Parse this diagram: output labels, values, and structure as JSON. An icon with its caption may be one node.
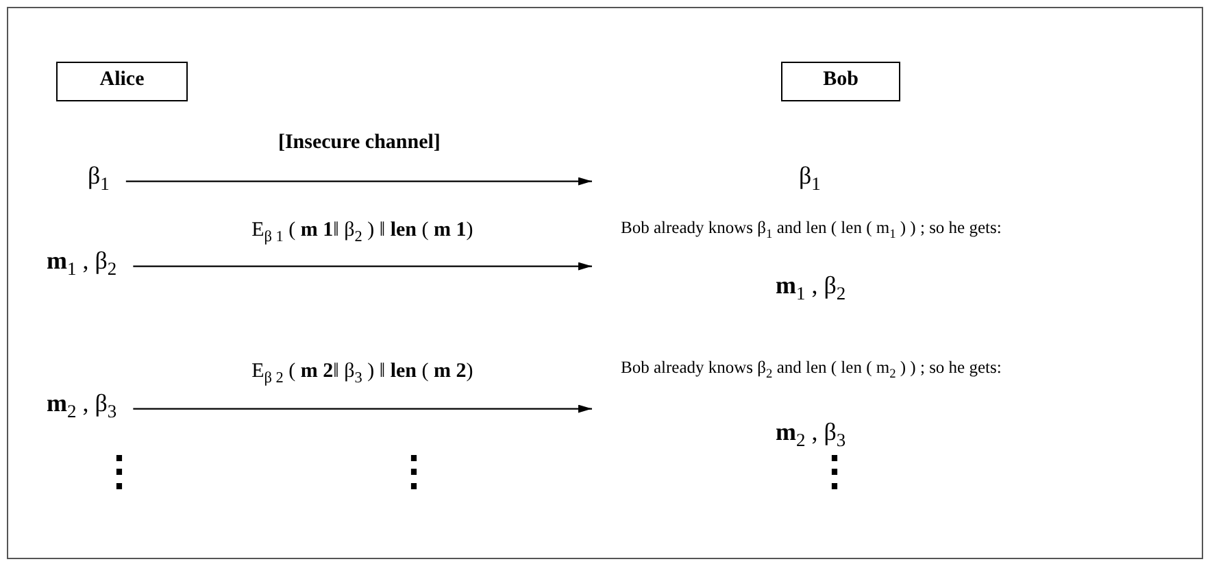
{
  "diagram": {
    "nodes": [
      {
        "text": [
          "Alice"
        ]
      },
      {
        "text": [
          "Bob"
        ]
      },
      {
        "text": [
          "β$_{1}$"
        ]
      },
      {
        "text": [
          "**m**$_{1}$ ,  β$_{2}$"
        ]
      },
      {
        "text": [
          "**m**$_{2}$ ,  β$_{3}$"
        ]
      }
    ],
    "edges": [
      {
        "from": 2,
        "to": null,
        "arrow": "to",
        "label": "[Insecure channel]"
      },
      {
        "from": 3,
        "to": null,
        "arrow": "to",
        "label": "E$_{β 1}$ ( **m 1**‖ β$_{2}$ ) ‖ **len** ( **m 1**)"
      },
      {
        "from": 4,
        "to": null,
        "arrow": "to",
        "label": "E$_{β 2}$ ( **m 2**‖ β$_{3}$ ) ‖ **len** ( **m 2**)"
      }
    ],
    "labels": [
      "β$_{1}$",
      "Bob already knows  β$_{1}$ and len ( len ( m$_{1}$ ) ) ; so he gets:",
      "**m**$_{1}$ ,  β$_{2}$",
      "Bob already knows  β$_{2}$ and len ( len ( m$_{2}$ ) ) ; so he gets:",
      "**m**$_{2}$ ,  β$_{3}$",
      "⋮",
      "⋮",
      "⋮"
    ]
  }
}
